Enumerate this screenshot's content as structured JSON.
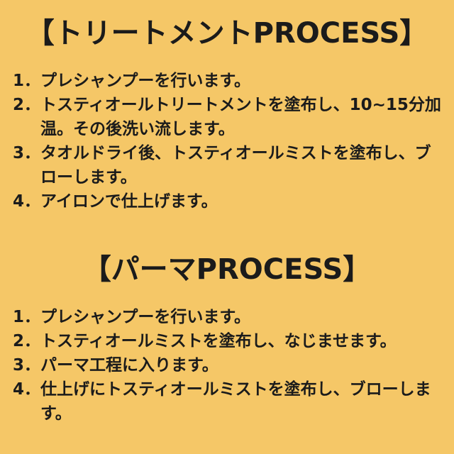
{
  "page": {
    "background_color": "#F5C767",
    "text_color": "#1B1B1B"
  },
  "sections": [
    {
      "title": "【トリートメントPROCESS】",
      "steps": [
        {
          "num": "1．",
          "text": "プレシャンプーを行います。"
        },
        {
          "num": "2．",
          "text": "トスティオールトリートメントを塗布し、10~15分加温。その後洗い流します。"
        },
        {
          "num": "3．",
          "text": "タオルドライ後、トスティオールミストを塗布し、ブローします。"
        },
        {
          "num": "4．",
          "text": "アイロンで仕上げます。"
        }
      ]
    },
    {
      "title": "【パーマPROCESS】",
      "steps": [
        {
          "num": "1．",
          "text": "プレシャンプーを行います。"
        },
        {
          "num": "2．",
          "text": "トスティオールミストを塗布し、なじませます。"
        },
        {
          "num": "3．",
          "text": "パーマ工程に入ります。"
        },
        {
          "num": "4．",
          "text": "仕上げにトスティオールミストを塗布し、ブローします。"
        }
      ]
    }
  ]
}
